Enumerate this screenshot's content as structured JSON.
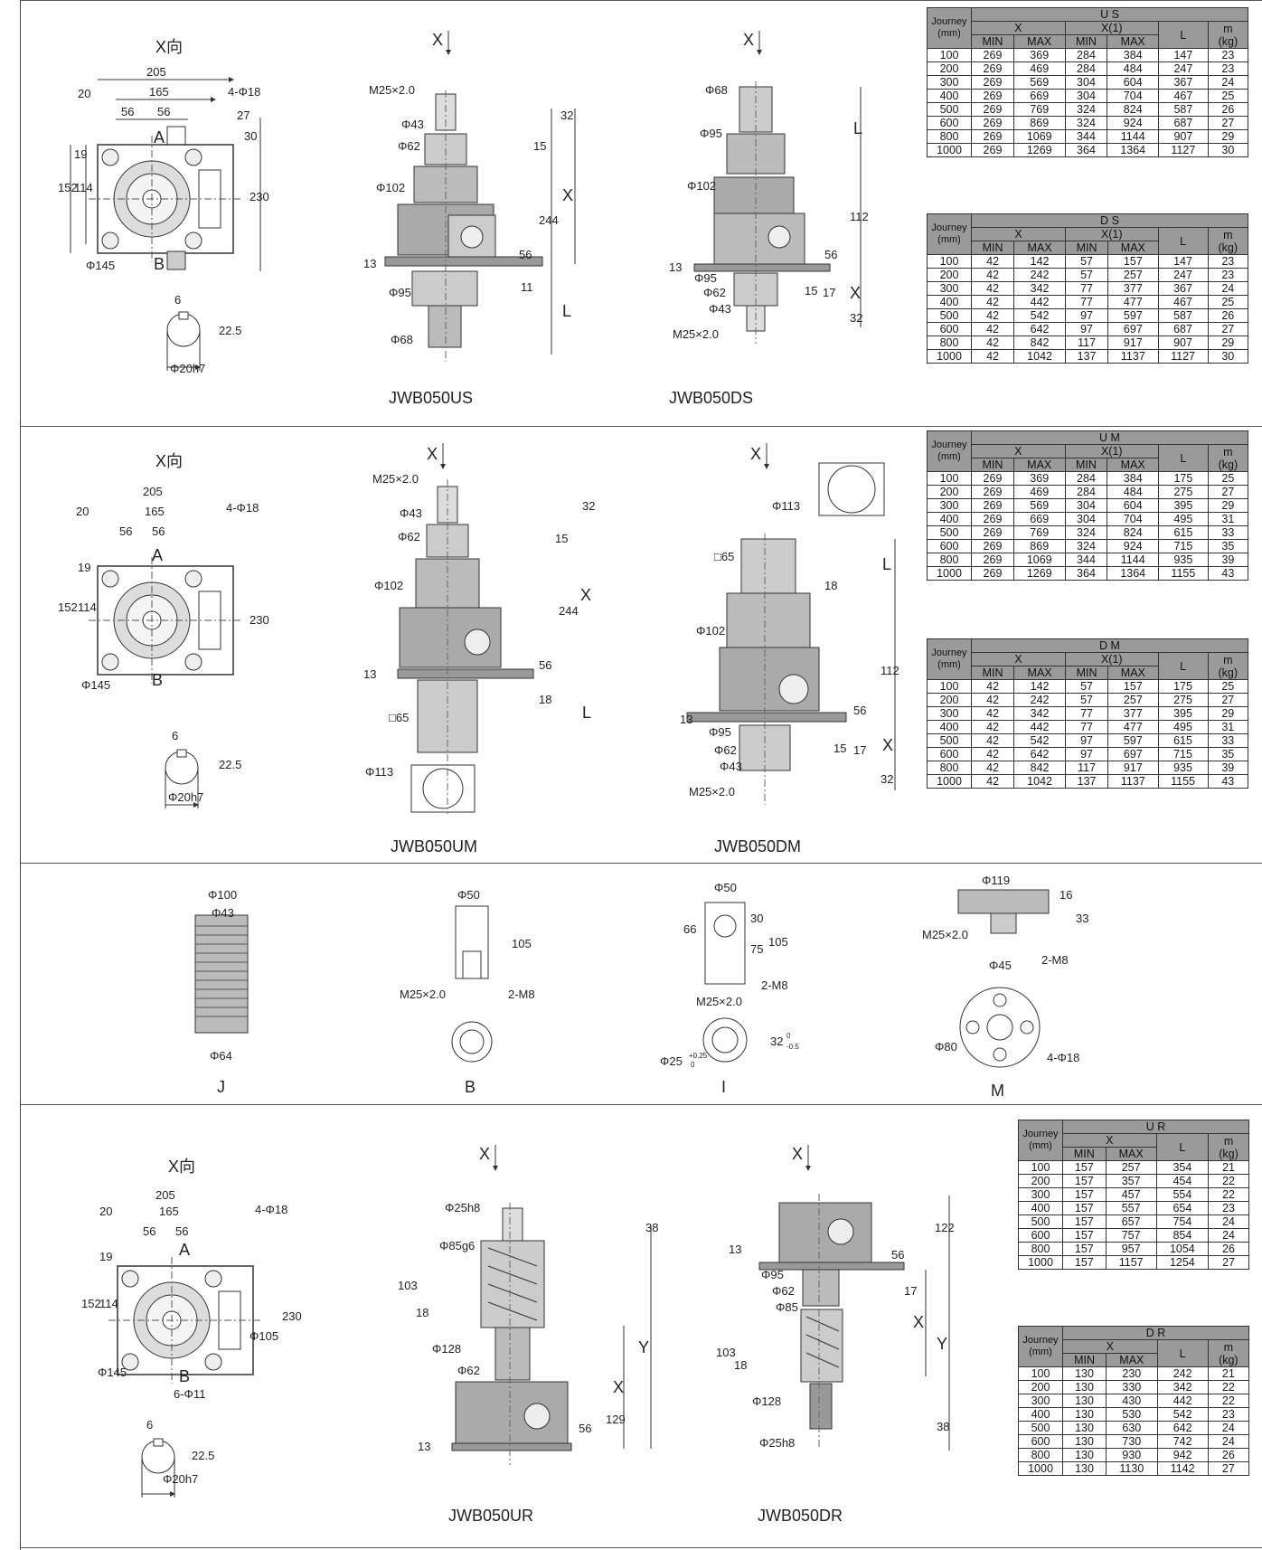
{
  "x_view_label": "X向",
  "x_arrow": "X",
  "models": {
    "us": "JWB050US",
    "ds": "JWB050DS",
    "um": "JWB050UM",
    "dm": "JWB050DM",
    "ur": "JWB050UR",
    "dr": "JWB050DR"
  },
  "ends": {
    "j": "J",
    "b": "B",
    "i": "I",
    "m": "M"
  },
  "base_dims": {
    "d205": "205",
    "d165": "165",
    "d20": "20",
    "d56a": "56",
    "d56b": "56",
    "holes": "4-Φ18",
    "d27": "27",
    "d30": "30",
    "d19": "19",
    "d152": "152",
    "d114": "114",
    "d230": "230",
    "d145": "Φ145",
    "key6": "6",
    "key225": "22.5",
    "shaft": "Φ20h7",
    "A": "A",
    "B": "B",
    "d105": "Φ105",
    "h611": "6-Φ11"
  },
  "us_dims": {
    "thread": "M25×2.0",
    "d43": "Φ43",
    "d62": "Φ62",
    "d102": "Φ102",
    "d95": "Φ95",
    "d68": "Φ68",
    "h32": "32",
    "h15": "15",
    "h244": "244",
    "hX": "X",
    "h56": "56",
    "h13": "13",
    "h11": "11",
    "hL": "L"
  },
  "ds_dims": {
    "d68": "Φ68",
    "d95": "Φ95",
    "d102": "Φ102",
    "d95b": "Φ95",
    "d62": "Φ62",
    "d43": "Φ43",
    "thread": "M25×2.0",
    "hL": "L",
    "h112": "112",
    "h56": "56",
    "h13": "13",
    "h15": "15",
    "h17": "17",
    "hX": "X",
    "h32": "32"
  },
  "um_dims": {
    "thread": "M25×2.0",
    "d43": "Φ43",
    "d62": "Φ62",
    "d102": "Φ102",
    "sq65": "□65",
    "d113": "Φ113",
    "h32": "32",
    "h15": "15",
    "h244": "244",
    "hX": "X",
    "h56": "56",
    "h13": "13",
    "h18": "18",
    "hL": "L"
  },
  "dm_dims": {
    "d113": "Φ113",
    "sq65": "□65",
    "d102": "Φ102",
    "d95": "Φ95",
    "d62": "Φ62",
    "d43": "Φ43",
    "thread": "M25×2.0",
    "h18": "18",
    "hL": "L",
    "h112": "112",
    "h56": "56",
    "h13": "13",
    "h15": "15",
    "h17": "17",
    "hX": "X",
    "h32": "32"
  },
  "j_dims": {
    "d100": "Φ100",
    "d43": "Φ43",
    "d64": "Φ64"
  },
  "b_dims": {
    "d50": "Φ50",
    "h105": "105",
    "thread": "M25×2.0",
    "m8": "2-M8"
  },
  "i_dims": {
    "d50": "Φ50",
    "h66": "66",
    "h30": "30",
    "h75": "75",
    "h105": "105",
    "m8": "2-M8",
    "thread": "M25×2.0",
    "d25": "Φ25",
    "tol25": "+0.25",
    "tol25b": "0",
    "h32": "32",
    "tol32": "0",
    "tol32b": "-0.5"
  },
  "m_dims": {
    "d119": "Φ119",
    "h16": "16",
    "h33": "33",
    "thread": "M25×2.0",
    "d45": "Φ45",
    "m8": "2-M8",
    "d80": "Φ80",
    "holes": "4-Φ18"
  },
  "ur_dims": {
    "d25h8": "Φ25h8",
    "d85g6": "Φ85g6",
    "h38": "38",
    "h103": "103",
    "h18": "18",
    "d128": "Φ128",
    "d62": "Φ62",
    "hY": "Y",
    "hX": "X",
    "h129": "129",
    "h56": "56",
    "h13": "13"
  },
  "dr_dims": {
    "h13": "13",
    "h56": "56",
    "h122": "122",
    "d95": "Φ95",
    "d62": "Φ62",
    "d85": "Φ85",
    "h17": "17",
    "hX": "X",
    "hY": "Y",
    "h103": "103",
    "h18": "18",
    "d128": "Φ128",
    "h38": "38",
    "d25h8": "Φ25h8"
  },
  "tables": {
    "us": {
      "title": "U S",
      "journey": "Journey",
      "mm": "(mm)",
      "x": "X",
      "x1": "X(1)",
      "min": "MIN",
      "max": "MAX",
      "l": "L",
      "m": "m",
      "kg": "(kg)",
      "rows": [
        [
          "100",
          "269",
          "369",
          "284",
          "384",
          "147",
          "23"
        ],
        [
          "200",
          "269",
          "469",
          "284",
          "484",
          "247",
          "23"
        ],
        [
          "300",
          "269",
          "569",
          "304",
          "604",
          "367",
          "24"
        ],
        [
          "400",
          "269",
          "669",
          "304",
          "704",
          "467",
          "25"
        ],
        [
          "500",
          "269",
          "769",
          "324",
          "824",
          "587",
          "26"
        ],
        [
          "600",
          "269",
          "869",
          "324",
          "924",
          "687",
          "27"
        ],
        [
          "800",
          "269",
          "1069",
          "344",
          "1144",
          "907",
          "29"
        ],
        [
          "1000",
          "269",
          "1269",
          "364",
          "1364",
          "1127",
          "30"
        ]
      ]
    },
    "ds": {
      "title": "D S",
      "journey": "Journey",
      "mm": "(mm)",
      "x": "X",
      "x1": "X(1)",
      "min": "MIN",
      "max": "MAX",
      "l": "L",
      "m": "m",
      "kg": "(kg)",
      "rows": [
        [
          "100",
          "42",
          "142",
          "57",
          "157",
          "147",
          "23"
        ],
        [
          "200",
          "42",
          "242",
          "57",
          "257",
          "247",
          "23"
        ],
        [
          "300",
          "42",
          "342",
          "77",
          "377",
          "367",
          "24"
        ],
        [
          "400",
          "42",
          "442",
          "77",
          "477",
          "467",
          "25"
        ],
        [
          "500",
          "42",
          "542",
          "97",
          "597",
          "587",
          "26"
        ],
        [
          "600",
          "42",
          "642",
          "97",
          "697",
          "687",
          "27"
        ],
        [
          "800",
          "42",
          "842",
          "117",
          "917",
          "907",
          "29"
        ],
        [
          "1000",
          "42",
          "1042",
          "137",
          "1137",
          "1127",
          "30"
        ]
      ]
    },
    "um": {
      "title": "U M",
      "journey": "Journey",
      "mm": "(mm)",
      "x": "X",
      "x1": "X(1)",
      "min": "MIN",
      "max": "MAX",
      "l": "L",
      "m": "m",
      "kg": "(kg)",
      "rows": [
        [
          "100",
          "269",
          "369",
          "284",
          "384",
          "175",
          "25"
        ],
        [
          "200",
          "269",
          "469",
          "284",
          "484",
          "275",
          "27"
        ],
        [
          "300",
          "269",
          "569",
          "304",
          "604",
          "395",
          "29"
        ],
        [
          "400",
          "269",
          "669",
          "304",
          "704",
          "495",
          "31"
        ],
        [
          "500",
          "269",
          "769",
          "324",
          "824",
          "615",
          "33"
        ],
        [
          "600",
          "269",
          "869",
          "324",
          "924",
          "715",
          "35"
        ],
        [
          "800",
          "269",
          "1069",
          "344",
          "1144",
          "935",
          "39"
        ],
        [
          "1000",
          "269",
          "1269",
          "364",
          "1364",
          "1155",
          "43"
        ]
      ]
    },
    "dm": {
      "title": "D M",
      "journey": "Journey",
      "mm": "(mm)",
      "x": "X",
      "x1": "X(1)",
      "min": "MIN",
      "max": "MAX",
      "l": "L",
      "m": "m",
      "kg": "(kg)",
      "rows": [
        [
          "100",
          "42",
          "142",
          "57",
          "157",
          "175",
          "25"
        ],
        [
          "200",
          "42",
          "242",
          "57",
          "257",
          "275",
          "27"
        ],
        [
          "300",
          "42",
          "342",
          "77",
          "377",
          "395",
          "29"
        ],
        [
          "400",
          "42",
          "442",
          "77",
          "477",
          "495",
          "31"
        ],
        [
          "500",
          "42",
          "542",
          "97",
          "597",
          "615",
          "33"
        ],
        [
          "600",
          "42",
          "642",
          "97",
          "697",
          "715",
          "35"
        ],
        [
          "800",
          "42",
          "842",
          "117",
          "917",
          "935",
          "39"
        ],
        [
          "1000",
          "42",
          "1042",
          "137",
          "1137",
          "1155",
          "43"
        ]
      ]
    },
    "ur": {
      "title": "U R",
      "journey": "Journey",
      "mm": "(mm)",
      "x": "X",
      "min": "MIN",
      "max": "MAX",
      "l": "L",
      "m": "m",
      "kg": "(kg)",
      "rows": [
        [
          "100",
          "157",
          "257",
          "354",
          "21"
        ],
        [
          "200",
          "157",
          "357",
          "454",
          "22"
        ],
        [
          "300",
          "157",
          "457",
          "554",
          "22"
        ],
        [
          "400",
          "157",
          "557",
          "654",
          "23"
        ],
        [
          "500",
          "157",
          "657",
          "754",
          "24"
        ],
        [
          "600",
          "157",
          "757",
          "854",
          "24"
        ],
        [
          "800",
          "157",
          "957",
          "1054",
          "26"
        ],
        [
          "1000",
          "157",
          "1157",
          "1254",
          "27"
        ]
      ]
    },
    "dr": {
      "title": "D R",
      "journey": "Journey",
      "mm": "(mm)",
      "x": "X",
      "min": "MIN",
      "max": "MAX",
      "l": "L",
      "m": "m",
      "kg": "(kg)",
      "rows": [
        [
          "100",
          "130",
          "230",
          "242",
          "21"
        ],
        [
          "200",
          "130",
          "330",
          "342",
          "22"
        ],
        [
          "300",
          "130",
          "430",
          "442",
          "22"
        ],
        [
          "400",
          "130",
          "530",
          "542",
          "23"
        ],
        [
          "500",
          "130",
          "630",
          "642",
          "24"
        ],
        [
          "600",
          "130",
          "730",
          "742",
          "24"
        ],
        [
          "800",
          "130",
          "930",
          "942",
          "26"
        ],
        [
          "1000",
          "130",
          "1130",
          "1142",
          "27"
        ]
      ]
    }
  }
}
